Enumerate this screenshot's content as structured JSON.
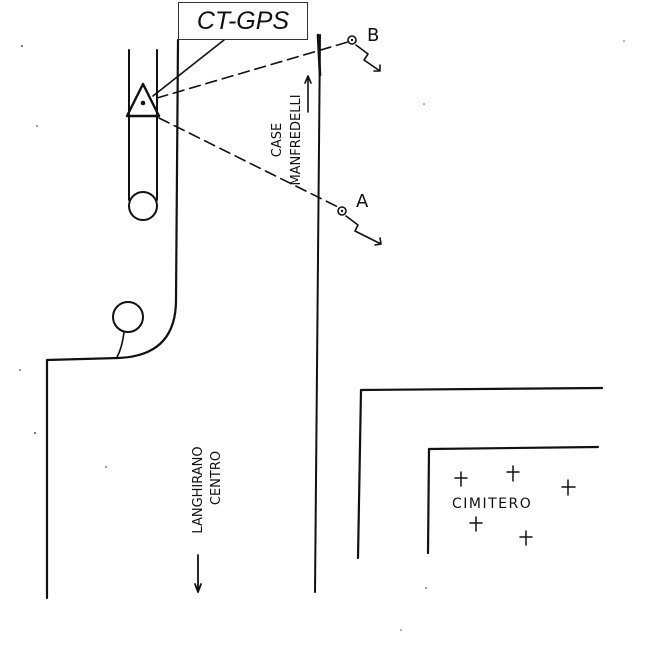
{
  "device_label": "CT-GPS",
  "points": {
    "a": "A",
    "b": "B"
  },
  "road_labels": {
    "case_line1": "CASE",
    "case_line2": "MANFREDELLI",
    "langhirano_line1": "LANGHIRANO",
    "langhirano_line2": "CENTRO"
  },
  "cemetery_label": "CIMITERO"
}
